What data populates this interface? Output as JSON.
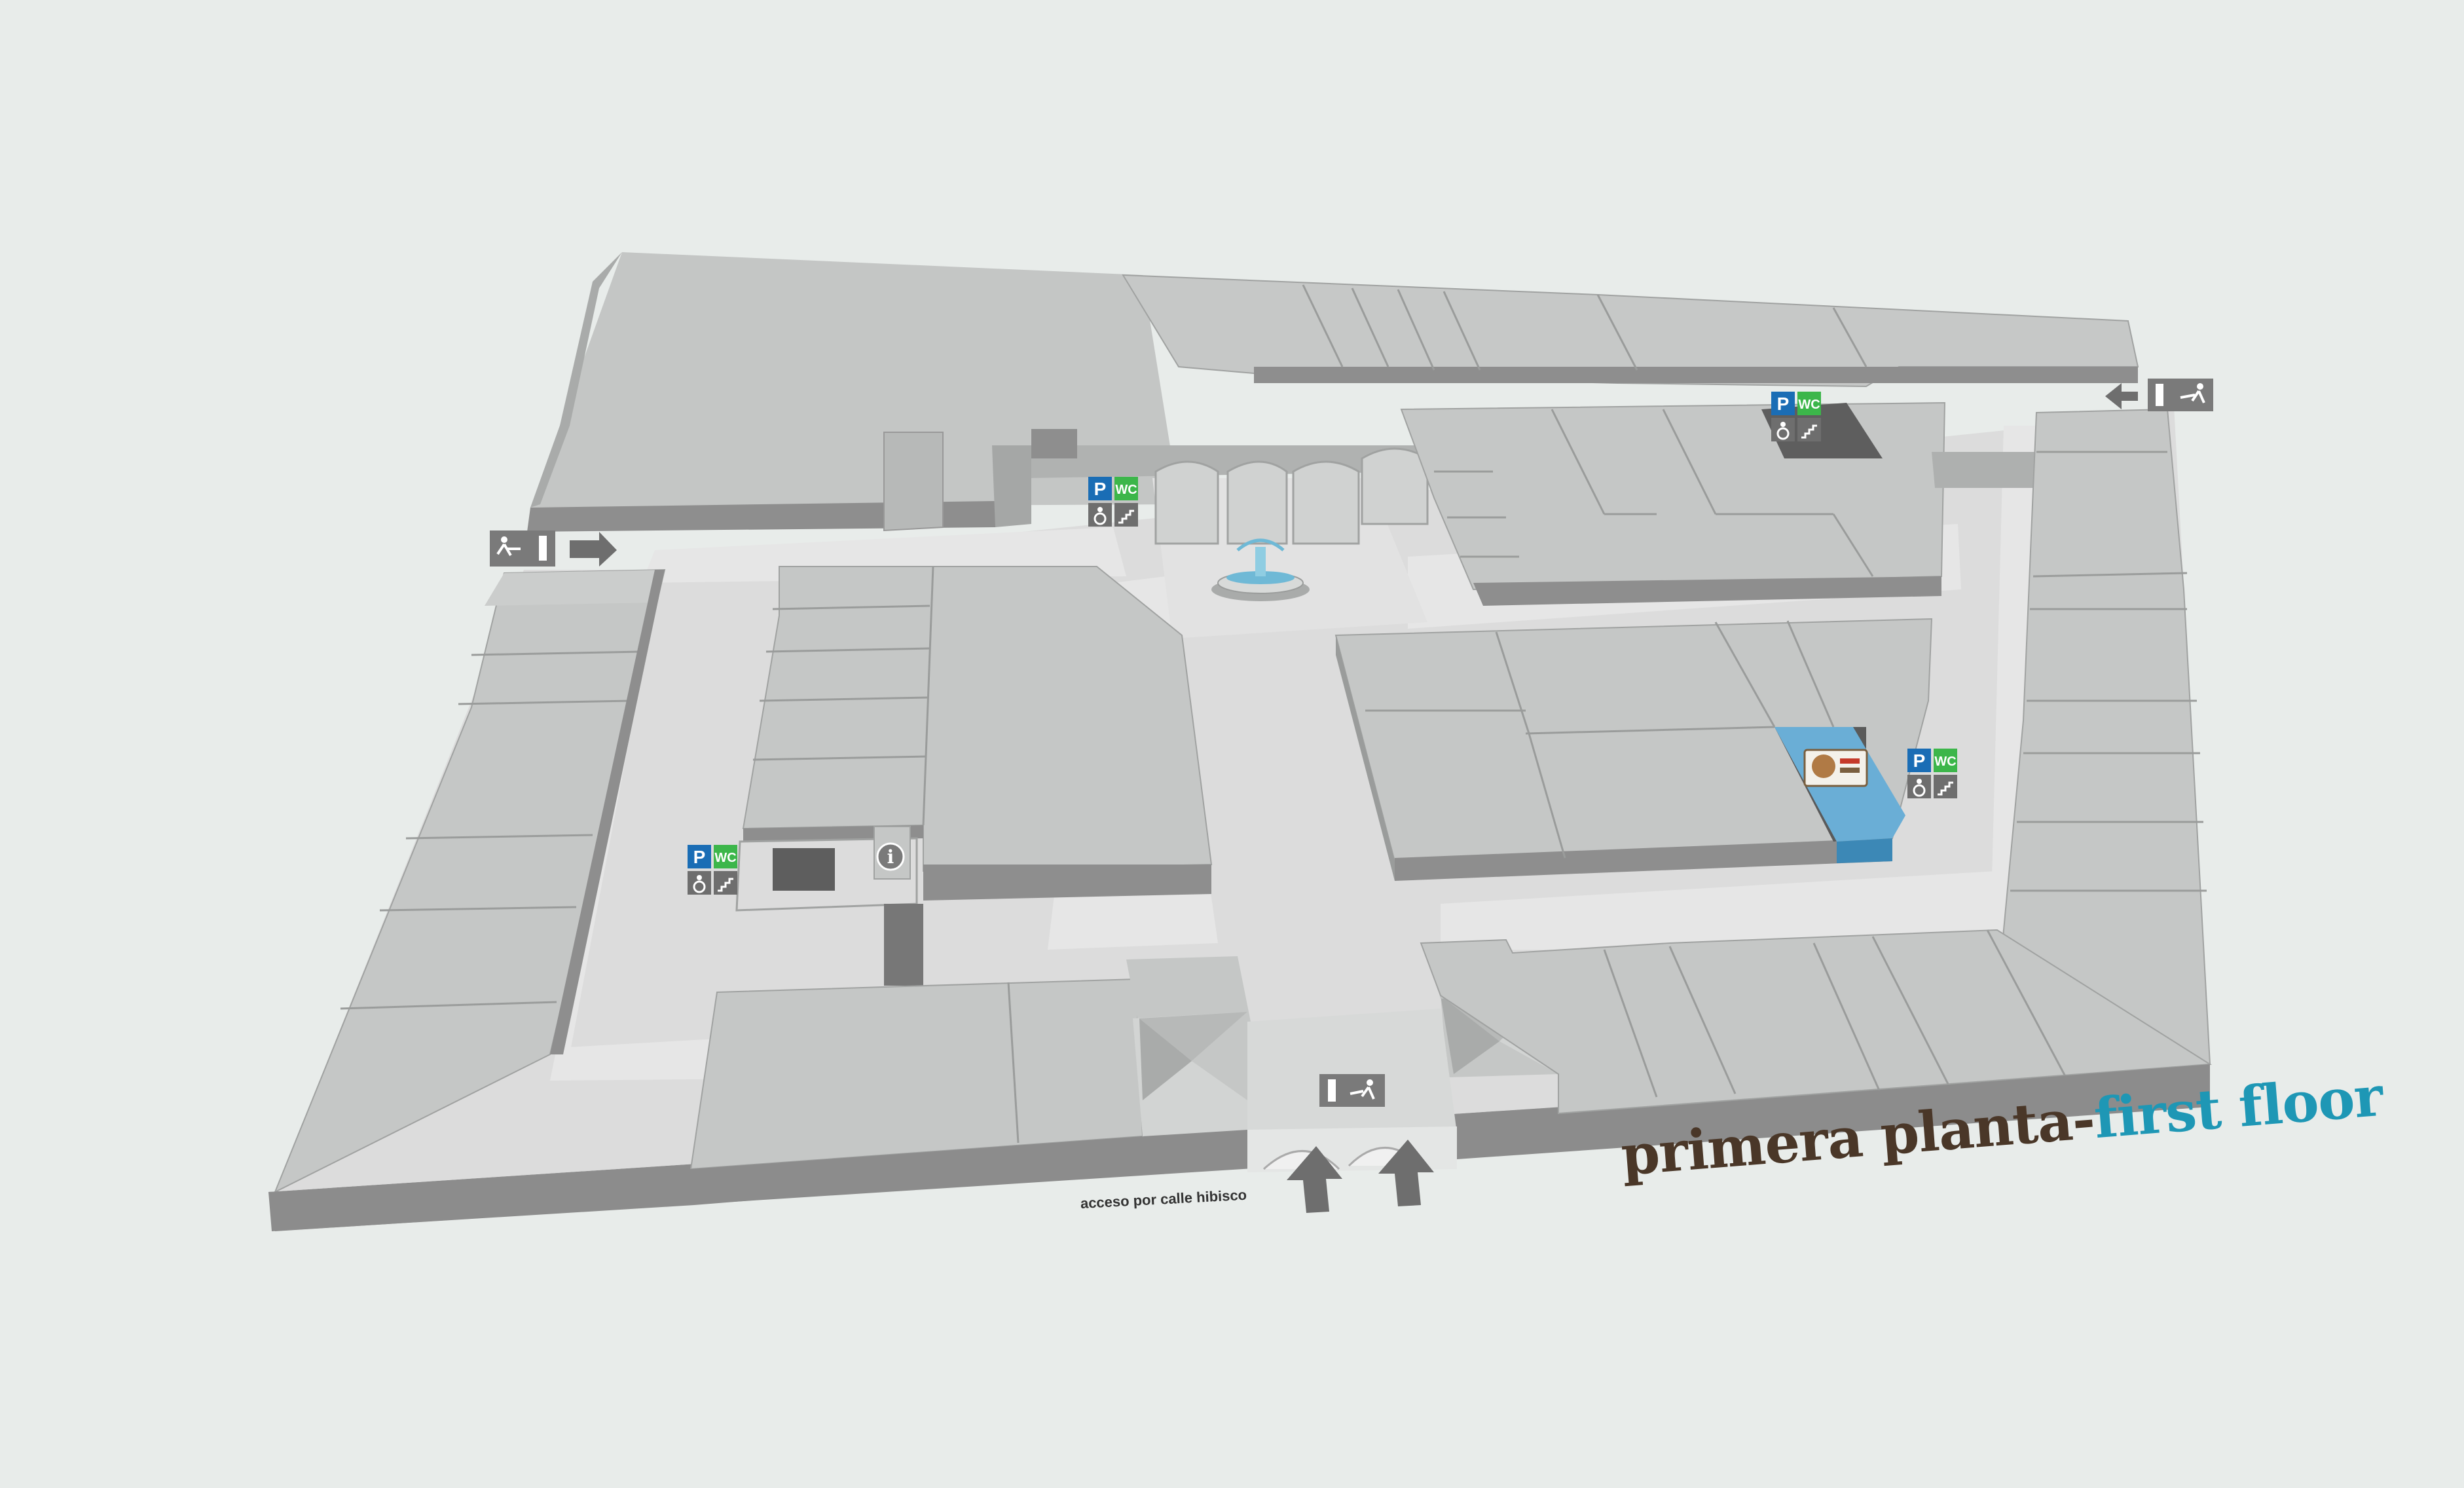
{
  "floor_title": {
    "spanish": "primera planta-",
    "english": "first floor"
  },
  "street_access": "acceso por calle hibisco",
  "icons": {
    "parking": "P",
    "toilet": "WC",
    "info": "i",
    "wheelchair": "wheelchair-icon",
    "stairs": "stairs-icon",
    "exit": "emergency-exit-icon",
    "arrow": "arrow-icon",
    "fountain": "fountain-icon"
  },
  "highlighted_store": {
    "logo": "store-logo-icon"
  },
  "colors": {
    "background": "#e8ecea",
    "building_top": "#c7cac9",
    "building_side": "#8e8e8e",
    "corridor": "#e6e6e6",
    "highlight": "#56a0cc",
    "parking_blue": "#1a6db5",
    "wc_green": "#3cb64a",
    "spanish_text": "#4a3728",
    "english_text": "#1e97b5"
  }
}
